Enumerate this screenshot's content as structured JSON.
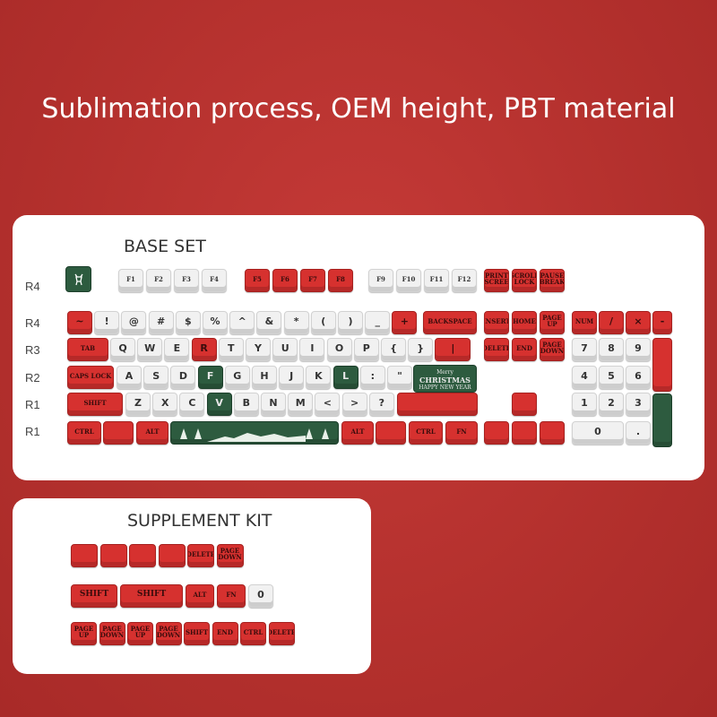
{
  "headline": "Sublimation process, OEM height, PBT material",
  "base_set": {
    "title": "BASE SET",
    "row_labels": [
      "R4",
      "R4",
      "R3",
      "R2",
      "R1",
      "R1"
    ],
    "esc_icon": "reindeer-icon",
    "fn_row": [
      "F1",
      "F2",
      "F3",
      "F4",
      "F5",
      "F6",
      "F7",
      "F8",
      "F9",
      "F10",
      "F11",
      "F12",
      "PRINT SCREE",
      "SCROLL LOCK",
      "PAUSE BREAK"
    ],
    "number_row": [
      "~",
      "!",
      "@",
      "#",
      "$",
      "%",
      "^",
      "&",
      "*",
      "(",
      ")",
      "_",
      "+",
      "BACKSPACE"
    ],
    "qwerty_row": [
      "TAB",
      "Q",
      "W",
      "E",
      "R",
      "T",
      "Y",
      "U",
      "I",
      "O",
      "P",
      "{",
      "}",
      "|"
    ],
    "home_row": [
      "CAPS LOCK",
      "A",
      "S",
      "D",
      "F",
      "G",
      "H",
      "J",
      "K",
      "L",
      ":",
      "\""
    ],
    "shift_row": [
      "SHIFT",
      "Z",
      "X",
      "C",
      "V",
      "B",
      "N",
      "M",
      "<",
      ">",
      "?"
    ],
    "bottom_row": [
      "CTRL",
      "ALT",
      "ALT",
      "CTRL",
      "FN"
    ],
    "nav_keys": [
      "INSERT",
      "HOME",
      "PAGE UP",
      "DELETE",
      "END",
      "PAGE DOWN"
    ],
    "numpad": [
      "NUM",
      "/",
      "×",
      "-",
      "7",
      "8",
      "9",
      "4",
      "5",
      "6",
      "1",
      "2",
      "3",
      "0",
      "."
    ],
    "enter_label_small": "Merry",
    "enter_label_big": "CHRISTMAS",
    "enter_label_sub": "HAPPY NEW YEAR"
  },
  "supplement_kit": {
    "title": "SUPPLEMENT KIT",
    "row1": [
      "",
      "",
      "",
      "",
      "DELETE",
      "PAGE DOWN"
    ],
    "row2": [
      "SHIFT",
      "SHIFT",
      "ALT",
      "FN",
      "0"
    ],
    "row3": [
      "PAGE UP",
      "PAGE DOWN",
      "PAGE UP",
      "PAGE DOWN",
      "SHIFT",
      "END",
      "CTRL",
      "DELETE"
    ]
  },
  "colors": {
    "red": "#d6312f",
    "white": "#f1f1f1",
    "green": "#2d5b3f",
    "background": "#b3302d"
  }
}
